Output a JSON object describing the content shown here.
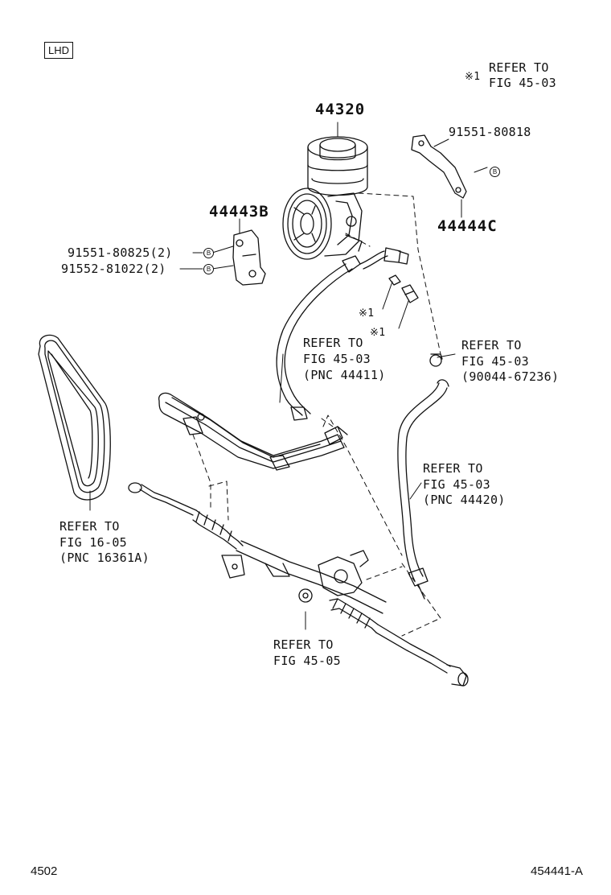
{
  "header": {
    "badge": "LHD"
  },
  "notes": {
    "ref1_mark": "※1",
    "ref1_line1": "REFER TO",
    "ref1_line2": "FIG 45-03"
  },
  "parts": {
    "pump": "44320",
    "bracket_b": "44443B",
    "bracket_c": "44444C",
    "bolt_c": "91551-80818",
    "bolt_b1": "91551-80825(2)",
    "bolt_b2": "91552-81022(2)",
    "bolt_marker": "B"
  },
  "callouts": {
    "star1_a": "※1",
    "star1_b": "※1",
    "pressure_hose": {
      "l1": "REFER TO",
      "l2": "FIG 45-03",
      "l3": "(PNC 44411)"
    },
    "clamp": {
      "l1": "REFER TO",
      "l2": "FIG 45-03",
      "l3": "(90044-67236)"
    },
    "return_hose": {
      "l1": "REFER TO",
      "l2": "FIG 45-03",
      "l3": "(PNC 44420)"
    },
    "belt": {
      "l1": "REFER TO",
      "l2": "FIG 16-05",
      "l3": "(PNC 16361A)"
    },
    "gear": {
      "l1": "REFER TO",
      "l2": "FIG 45-05"
    }
  },
  "footer": {
    "left": "4502",
    "right": "454441-A"
  }
}
